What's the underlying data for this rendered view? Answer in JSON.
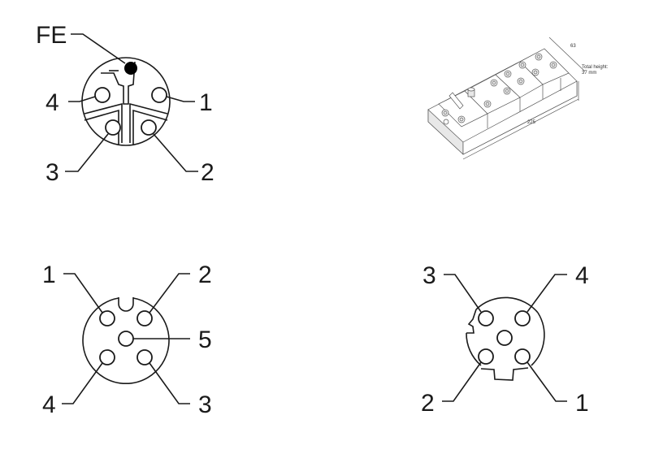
{
  "diagram": {
    "connectors": [
      {
        "id": "power-connector-top-left",
        "labels": {
          "fe": "FE",
          "p1": "1",
          "p2": "2",
          "p3": "3",
          "p4": "4"
        }
      },
      {
        "id": "m12-5pin-bottom-left",
        "labels": {
          "p1": "1",
          "p2": "2",
          "p3": "3",
          "p4": "4",
          "p5": "5"
        }
      },
      {
        "id": "m12-4pin-dcoded-bottom-right",
        "labels": {
          "p1": "1",
          "p2": "2",
          "p3": "3",
          "p4": "4"
        }
      }
    ],
    "device": {
      "width_label": "63",
      "length_label": "225",
      "height_label_line1": "Total height:",
      "height_label_line2": "37 mm"
    },
    "colors": {
      "stroke": "#1a1a1a",
      "fe_pin": "#000000",
      "background": "#ffffff"
    }
  }
}
